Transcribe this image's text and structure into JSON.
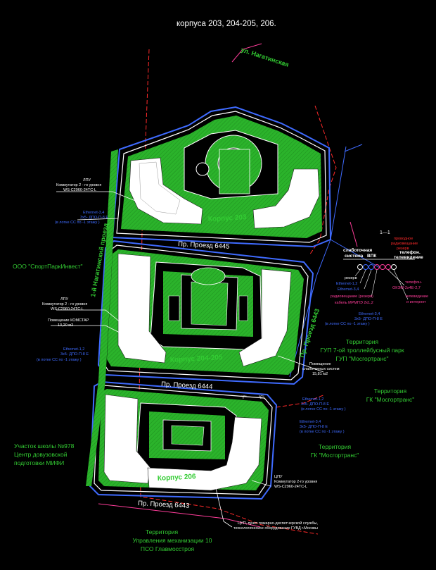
{
  "header": {
    "title": "корпуса   203, 204-205, 206."
  },
  "streets": {
    "nagatinskaya": "ул. Нагатинская",
    "nagatinsky_proezd": "1-й Нагатинский проезд",
    "proezd_6445": "Пр. Проезд 6445",
    "proezd_6443_right": "Пр. Проезд 6443",
    "proezd_6444": "Пр. Проезд 6444",
    "proezd_6443_bottom": "Пр. Проезд 6443"
  },
  "buildings": {
    "b203": "Корпус 203",
    "b204": "Корпус 204-205",
    "b206": "Корпус 206"
  },
  "territories": {
    "sportparkinvest": "ООО \"СпортПаркИнвест\"",
    "gup_line1": "Территория",
    "gup_line2": "ГУП 7-ой троллейбусный парк",
    "gup_line3": "ГУП \"Мосгортранс\"",
    "gk1_line1": "Территория",
    "gk1_line2": "ГК \"Мосгортранс\"",
    "gk2_line1": "Территория",
    "gk2_line2": "ГК \"Мосгортранс\"",
    "school_line1": "Участок школы №978",
    "school_line2": "Центр довузовской",
    "school_line3": "подготовки МИФИ",
    "umech_line1": "Территория",
    "umech_line2": "Управления механизации 10",
    "umech_line3": "ПСО Главмосстроя"
  },
  "annotations": {
    "a203_l1": "ЛПУ",
    "a203_l2": "Коммутатор  2 - го уровня",
    "a203_l3": "WS-C2960-24TC-L",
    "a203_e1": "Ethernet-3,4",
    "a203_e2": "3х5- ДПО-П-8 Е",
    "a203_e3": "(в лотке СС по    -1  этажу  )",
    "a204_l1": "ЛПУ",
    "a204_l2": "Коммутатор  2 - го уровня",
    "a204_l3": "WS-C2960-24TC-L",
    "a204_k1": "Помещение КОМСТАР",
    "a204_k2": "13,20 м2",
    "a204_e1": "Ethernet-1,2",
    "a204_e2": "3х5- ДПО-П-8 Е",
    "a204_e3": "(в лотке СС по    -1  этажу  )",
    "a204_r1": "Ethernet-3,4",
    "a204_r2": "3х5- ДПО-П-8 Е",
    "a204_r3": "(в лотке СС по    -1  этажу  )",
    "a204_p1": "Помещение",
    "a204_p2": "слаботочных систем",
    "a204_p3": "15,81 м2",
    "a206_e1": "Ethernet-1,2",
    "a206_e2": "3х5- ДПО-П-8 Е",
    "a206_e3": "(в лотке СС по    -1  этажу  )",
    "a206_f1": "Ethernet-3,4",
    "a206_f2": "3х5- ДПО-П-8 Е",
    "a206_f3": "(в лотке СС по    -1  этажу  )",
    "a206_c1": "ЦПУ",
    "a206_c2": "Коммутатор 2-го уровня",
    "a206_c3": "WS-C2960-24TC-L",
    "a206_b1": "ЦУП, пункт пожарно-диспетчерской службы,",
    "a206_b2": "технологическое оборудование ГУВД г.Москвы",
    "gate_l": "\"Г\"",
    "gate_r": "\"Г\""
  },
  "legend": {
    "section": "1—1",
    "weak_l1": "слаботочная",
    "weak_l2": "система",
    "weak_l3": "ВПК",
    "tel_l1": "телефон.",
    "tel_l2": "телевидение",
    "red_l1": "проводное",
    "red_l2": "радиовещание",
    "red_l3": "резерв",
    "rezerv": "резерв",
    "eth12": "Ethernet-1,2",
    "eth34": "Ethernet-3,4",
    "radio_l1": "радиовещание (резерв)",
    "radio_l2": "кабель МРМПЭ 2х1,2",
    "eth34b_l1": "Ethernet-3,4",
    "eth34b_l2": "3х5- ДПО-П-8 Е",
    "eth34b_l3": "(в лотке СС по    -1  этажу  )",
    "phone_l1": "телефон-",
    "phone_l2": "ОКЭМ-2х4Е-2,7",
    "tv_l1": "телевидение",
    "tv_l2": "и интернет"
  },
  "colors": {
    "background": "#000000",
    "lawn": "#2bb32b",
    "building": "#ffffff",
    "cable": "#3f6bff",
    "boundary": "#ff3d9a",
    "text": "#ffffff",
    "label_green": "#33cc33"
  }
}
